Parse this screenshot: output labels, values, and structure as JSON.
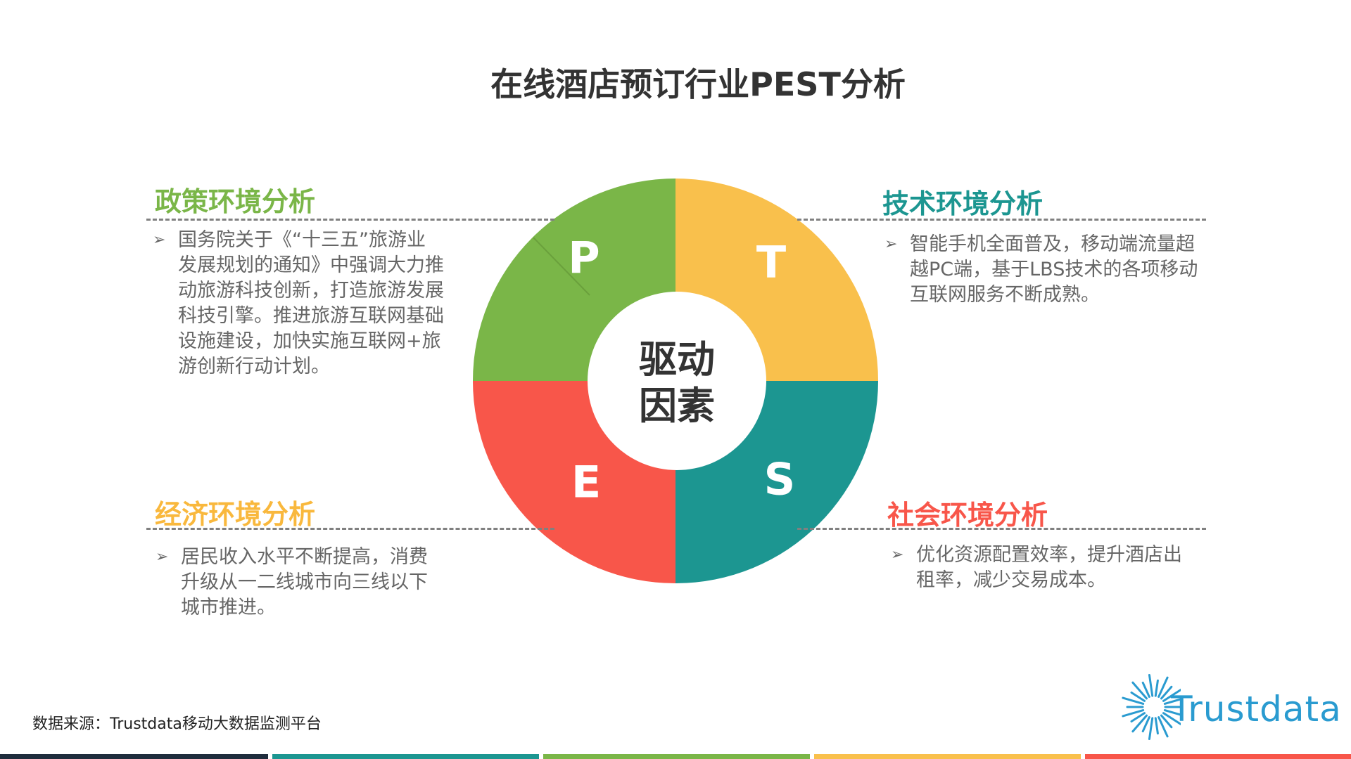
{
  "title": "在线酒店预订行业PEST分析",
  "center": {
    "line1": "驱动",
    "line2": "因素"
  },
  "quadrants": [
    {
      "letter": "P",
      "color": "#7AB648"
    },
    {
      "letter": "T",
      "color": "#F9C04C"
    },
    {
      "letter": "S",
      "color": "#1C9691"
    },
    {
      "letter": "E",
      "color": "#F8564A"
    }
  ],
  "sections": {
    "political": {
      "heading": "政策环境分析",
      "color": "#7AB648",
      "lines": [
        "国务院关于《“十三五”旅游业",
        "发展规划的通知》中强调大力推",
        "动旅游科技创新，打造旅游发展",
        "科技引擎。推进旅游互联网基础",
        "设施建设，加快实施互联网+旅",
        "游创新行动计划。"
      ]
    },
    "technology": {
      "heading": "技术环境分析",
      "color": "#1C9691",
      "lines": [
        "智能手机全面普及，移动端流量超",
        "越PC端，基于LBS技术的各项移动",
        "互联网服务不断成熟。"
      ]
    },
    "economic": {
      "heading": "经济环境分析",
      "color": "#F9B83D",
      "lines": [
        "居民收入水平不断提高，消费",
        "升级从一二线城市向三线以下",
        "城市推进。"
      ]
    },
    "social": {
      "heading": "社会环境分析",
      "color": "#F8564A",
      "lines": [
        "优化资源配置效率，提升酒店出",
        "租率，减少交易成本。"
      ]
    }
  },
  "source": "数据来源：Trustdata移动大数据监测平台",
  "logo": {
    "text": "Trustdata",
    "color": "#2A9BD0"
  },
  "footer_colors": [
    "#1F2D3D",
    "#1C9691",
    "#7AB648",
    "#F9C04C",
    "#F8564A"
  ]
}
